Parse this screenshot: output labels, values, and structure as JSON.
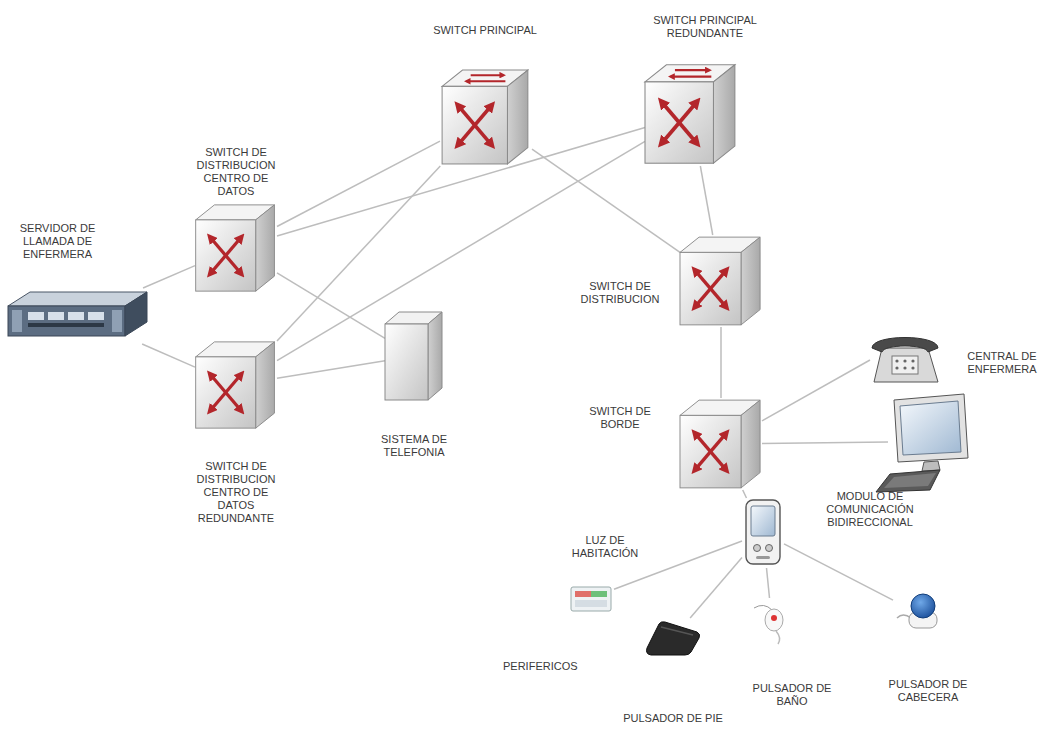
{
  "diagram": {
    "nodes": [
      {
        "text": [
          "SWITCH PRINCIPAL"
        ]
      },
      {
        "text": [
          "SWITCH PRINCIPAL REDUNDANTE"
        ]
      },
      {
        "text": [
          "SWITCH DE DISTRIBUCION CENTRO DE DATOS"
        ]
      },
      {
        "text": [
          "SERVIDOR DE LLAMADA DE ENFERMERA"
        ]
      },
      {
        "text": [
          "SWITCH DE DISTRIBUCION CENTRO DE DATOS REDUNDANTE"
        ]
      },
      {
        "text": [
          "SISTEMA DE TELEFONIA"
        ]
      },
      {
        "text": [
          "SWITCH DE DISTRIBUCION"
        ]
      },
      {
        "text": [
          "SWITCH DE BORDE"
        ]
      },
      {
        "text": [
          "CENTRAL DE ENFERMERA"
        ]
      },
      {
        "text": [
          "MODULO DE COMUNICACIÓN BIDIRECCIONAL"
        ]
      },
      {
        "text": [
          "LUZ DE HABITACIÓN"
        ]
      },
      {
        "text": [
          "PULSADOR DE PIE"
        ]
      },
      {
        "text": [
          "PULSADOR DE BAÑO"
        ]
      },
      {
        "text": [
          "PULSADOR DE CABECERA"
        ]
      }
    ],
    "edges": [
      {
        "from": 0,
        "to": 2,
        "arrow": "none"
      },
      {
        "from": 0,
        "to": 4,
        "arrow": "none"
      },
      {
        "from": 0,
        "to": 6,
        "arrow": "none"
      },
      {
        "from": 1,
        "to": 2,
        "arrow": "none"
      },
      {
        "from": 1,
        "to": 4,
        "arrow": "none"
      },
      {
        "from": 1,
        "to": 6,
        "arrow": "none"
      },
      {
        "from": 3,
        "to": 2,
        "arrow": "none"
      },
      {
        "from": 3,
        "to": 4,
        "arrow": "none"
      },
      {
        "from": 2,
        "to": 5,
        "arrow": "none"
      },
      {
        "from": 4,
        "to": 5,
        "arrow": "none"
      },
      {
        "from": 6,
        "to": 7,
        "arrow": "none"
      },
      {
        "from": 7,
        "to": 8,
        "arrow": "none"
      },
      {
        "from": 7,
        "to": 8,
        "arrow": "none"
      },
      {
        "from": 7,
        "to": 9,
        "arrow": "none"
      },
      {
        "from": 9,
        "to": 10,
        "arrow": "none"
      },
      {
        "from": 9,
        "to": 11,
        "arrow": "none"
      },
      {
        "from": 9,
        "to": 12,
        "arrow": "none"
      },
      {
        "from": 9,
        "to": 13,
        "arrow": "none"
      }
    ],
    "labels": [
      "PERIFERICOS"
    ]
  }
}
